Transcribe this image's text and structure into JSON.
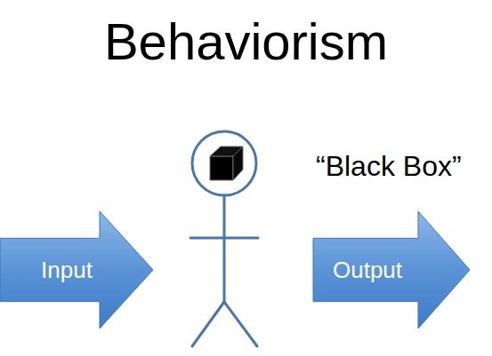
{
  "diagram": {
    "title": "Behaviorism",
    "nodes": [
      {
        "text": [
          "Input"
        ]
      },
      {
        "text": [
          "Output"
        ]
      }
    ],
    "labels": [
      "“Black Box”"
    ]
  }
}
